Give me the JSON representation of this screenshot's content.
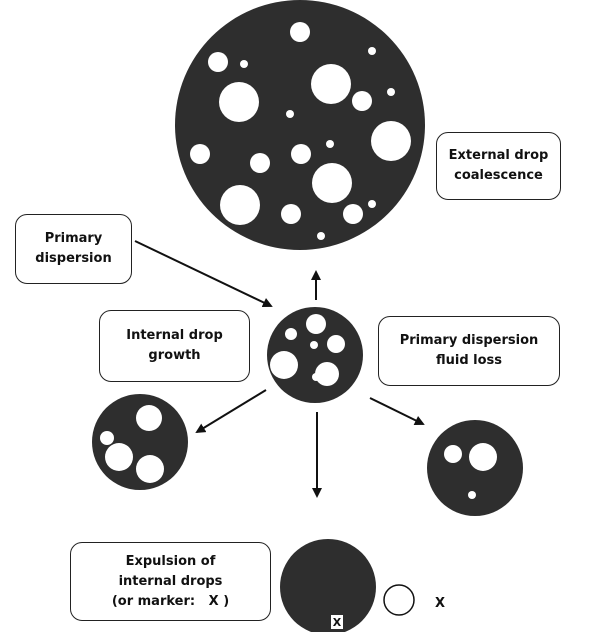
{
  "labels": {
    "external": {
      "line1": "External drop",
      "line2": "coalescence"
    },
    "primary": {
      "line1": "Primary",
      "line2": "dispersion"
    },
    "internal": {
      "line1": "Internal drop",
      "line2": "growth"
    },
    "fluid_loss": {
      "line1": "Primary dispersion",
      "line2": "fluid loss"
    },
    "expulsion": {
      "line1": "Expulsion of",
      "line2": "internal drops",
      "line3": "(or marker:   X )"
    },
    "marker_x": "X",
    "drop_x": "X"
  },
  "colors": {
    "globule": "#2e2e2e",
    "drop": "#ffffff",
    "line": "#111111"
  }
}
